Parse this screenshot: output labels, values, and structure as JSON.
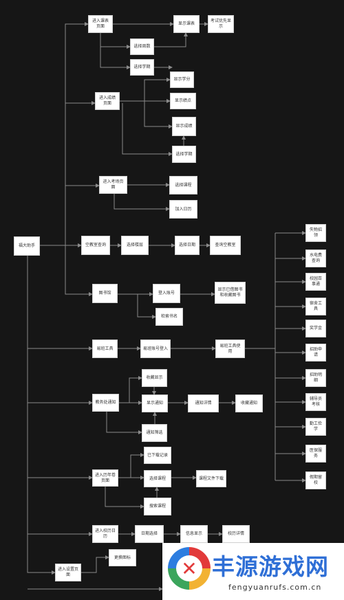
{
  "diagram": {
    "root": "福大助手",
    "schedule": {
      "entry": "进入课表页面",
      "show_schedule": "显示课表",
      "show_exam": "考试优先显示",
      "select_week": "选择周数",
      "select_term": "选择学期"
    },
    "grades": {
      "entry": "进入成绩页面",
      "show_credit": "显示学分",
      "show_gpa": "显示绩点",
      "show_grades": "显示成绩",
      "select_term": "选择学期"
    },
    "exam": {
      "entry": "进入考场页面",
      "select_course": "选择课程",
      "add_calendar": "加入日历"
    },
    "classroom": {
      "query": "空教室查询",
      "select_building": "选择楼层",
      "select_date": "选择日期",
      "result": "查询空教室"
    },
    "library": {
      "entry": "图书馆",
      "login": "登入账号",
      "show_books": "显示已借图书和收藏图书",
      "search": "检索书名"
    },
    "easy": {
      "entry": "易班工具",
      "login": "易班账号登入",
      "use": "易班工具使用",
      "tools": [
        "失物招领",
        "水电费查询",
        "校园百事通",
        "宿舍工具",
        "奖学金",
        "招助申请",
        "招助明细",
        "辅导员考核",
        "勤工俭学",
        "医保服务",
        "假期留校"
      ]
    },
    "notice": {
      "entry": "教务处通知",
      "collection_show": "收藏显示",
      "show": "显示通知",
      "detail": "通知详情",
      "collect": "收藏通知",
      "filter": "通知筛选"
    },
    "papers": {
      "entry": "进入历年卷页面",
      "download_record": "已下载记录",
      "select_course": "选择课程",
      "download": "课程文件下载",
      "search": "搜索课程"
    },
    "calendar": {
      "entry": "进入校历日历",
      "select_date": "日期选择",
      "info": "信息显示",
      "detail": "校历详情"
    },
    "settings": {
      "entry": "进入设置页面",
      "change_icon": "更换图标"
    }
  },
  "watermark": {
    "title": "丰源游戏网",
    "url": "fengyuanrufs.com.cn",
    "mark": "✕"
  },
  "colors": {
    "background": "#161616",
    "node_fill": "#ffffff",
    "arrow": "#8a8a8a"
  }
}
